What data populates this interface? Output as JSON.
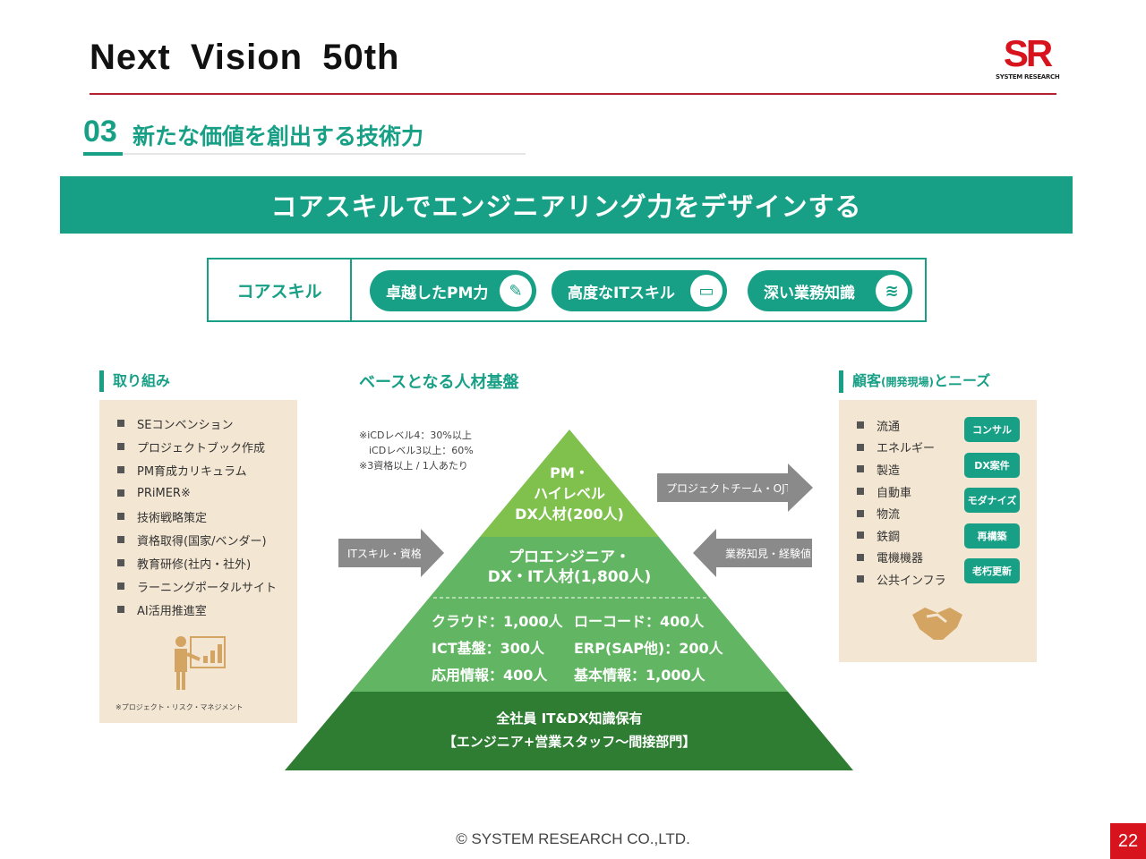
{
  "header": {
    "title": "Next Vision 50th",
    "logo_text": "SR",
    "logo_sub": "SYSTEM RESEARCH"
  },
  "section": {
    "number": "03",
    "title": "新たな価値を創出する技術力"
  },
  "banner": "コアスキルでエンジニアリング力をデザインする",
  "core_skills": {
    "label": "コアスキル",
    "items": [
      {
        "label": "卓越したPM力",
        "icon": "pencil-icon"
      },
      {
        "label": "高度なITスキル",
        "icon": "laptop-icon"
      },
      {
        "label": "深い業務知識",
        "icon": "stack-icon"
      }
    ]
  },
  "initiatives": {
    "heading": "取り組み",
    "items": [
      "SEコンベンション",
      "プロジェクトブック作成",
      "PM育成カリキュラム",
      "PRiMER※",
      "技術戦略策定",
      "資格取得(国家/ベンダー)",
      "教育研修(社内・社外)",
      "ラーニングポータルサイト",
      "AI活用推進室"
    ],
    "note": "※プロジェクト・リスク・マネジメント"
  },
  "foundation": {
    "heading": "ベースとなる人材基盤",
    "notes": [
      "※iCDレベル4：30%以上",
      "　iCDレベル3以上：60%",
      "※3資格以上 / 1人あたり"
    ],
    "top": [
      "PM・",
      "ハイレベル",
      "DX人材(200人)"
    ],
    "middle": [
      "プロエンジニア・",
      "DX・IT人材(1,800人)"
    ],
    "details": [
      "クラウド：1,000人",
      "ローコード：400人",
      "ICT基盤：300人",
      "ERP(SAP他)：200人",
      "応用情報：400人",
      "基本情報：1,000人"
    ],
    "bottom": [
      "全社員 IT&DX知識保有",
      "【エンジニア+営業スタッフ〜間接部門】"
    ],
    "arrows": {
      "left": "ITスキル・資格",
      "right_out": "プロジェクトチーム・OJT",
      "right_in": "業務知見・経験値"
    }
  },
  "customers": {
    "heading": "顧客",
    "heading_sub": "(開発現場)",
    "heading_tail": "とニーズ",
    "items": [
      "流通",
      "エネルギー",
      "製造",
      "自動車",
      "物流",
      "鉄鋼",
      "電機機器",
      "公共インフラ"
    ],
    "tags": [
      "コンサル",
      "DX案件",
      "モダナイズ",
      "再構築",
      "老朽更新"
    ]
  },
  "footer": "© SYSTEM RESEARCH CO.,LTD.",
  "page_number": "22",
  "colors": {
    "teal": "#17a086",
    "red": "#d7141e",
    "beige": "#f3e6d2"
  }
}
